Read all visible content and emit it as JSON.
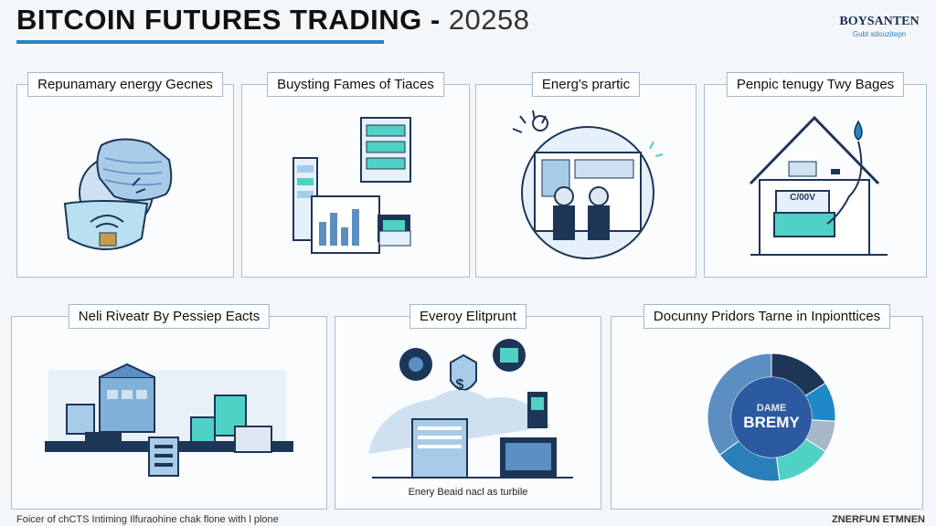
{
  "header": {
    "title": "BITCOIN FUTURES TRADING - ",
    "year": "20258",
    "logo_name": "BOYSANTEN",
    "logo_tag": "Gubt sdouzitepn"
  },
  "panels": [
    {
      "title": "Repunamary energy Gecnes"
    },
    {
      "title": "Buysting Fames of Tiaces"
    },
    {
      "title": "Energ's prartic"
    },
    {
      "title": "Penpic tenugy Twy Bages"
    },
    {
      "title": "Neli Riveatr By Pessiep Eacts"
    },
    {
      "title": "Everoy Elitprunt",
      "caption": "Enery Beaid nacl as turbile"
    },
    {
      "title": "Docunny Pridors Tarne in Inpionttices",
      "center_line1": "DAME",
      "center_line2": "BREMY"
    }
  ],
  "house_label": "C/00V",
  "shield_symbol": "$",
  "footer": {
    "left": "Foicer of chCTS Intiming Ilfuraohine chak flone with l plone",
    "right": "ZNERFUN ETMNEN"
  },
  "colors": {
    "accent": "#1f88c7",
    "dark_navy": "#1d3557",
    "teal": "#4fd1c5",
    "light_blue": "#a8cbe8"
  },
  "chart_data": {
    "type": "pie",
    "categories": [
      "",
      "",
      "",
      "",
      "",
      ""
    ],
    "values": [
      16,
      10,
      8,
      14,
      17,
      35
    ]
  }
}
